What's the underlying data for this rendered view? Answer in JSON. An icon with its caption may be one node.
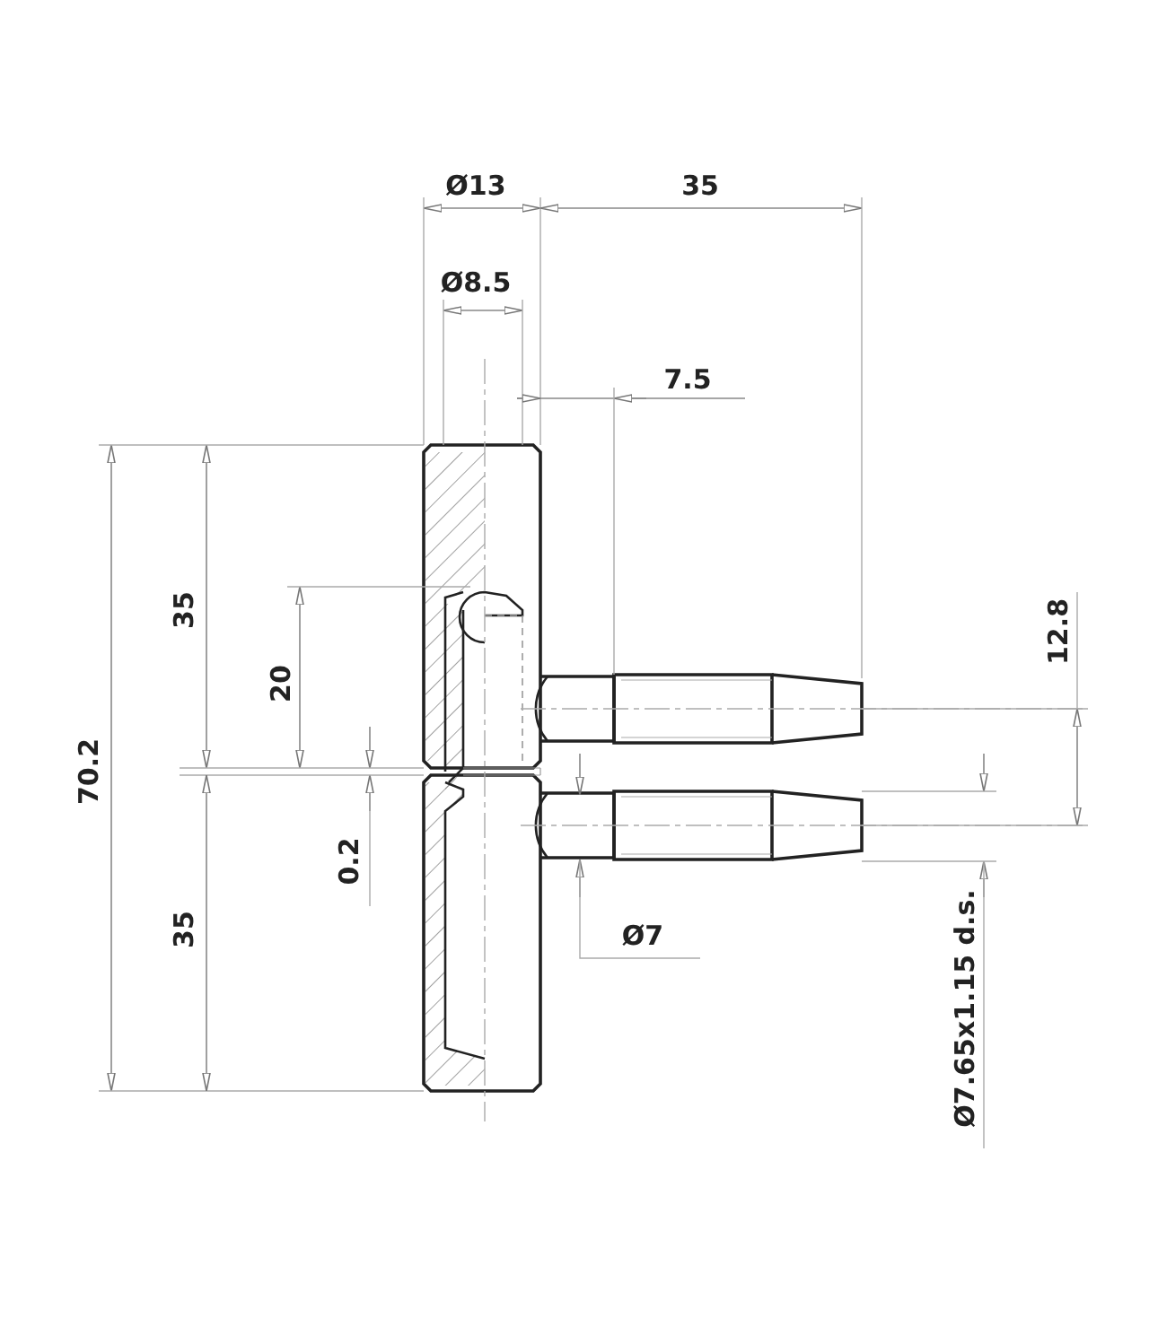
{
  "diagram": {
    "labels": [
      "Ø13",
      "35",
      "Ø8.5",
      "7.5",
      "35",
      "12.8",
      "20",
      "70.2",
      "0.2",
      "35",
      "Ø7",
      "Ø7.65x1.15 d.s."
    ]
  }
}
